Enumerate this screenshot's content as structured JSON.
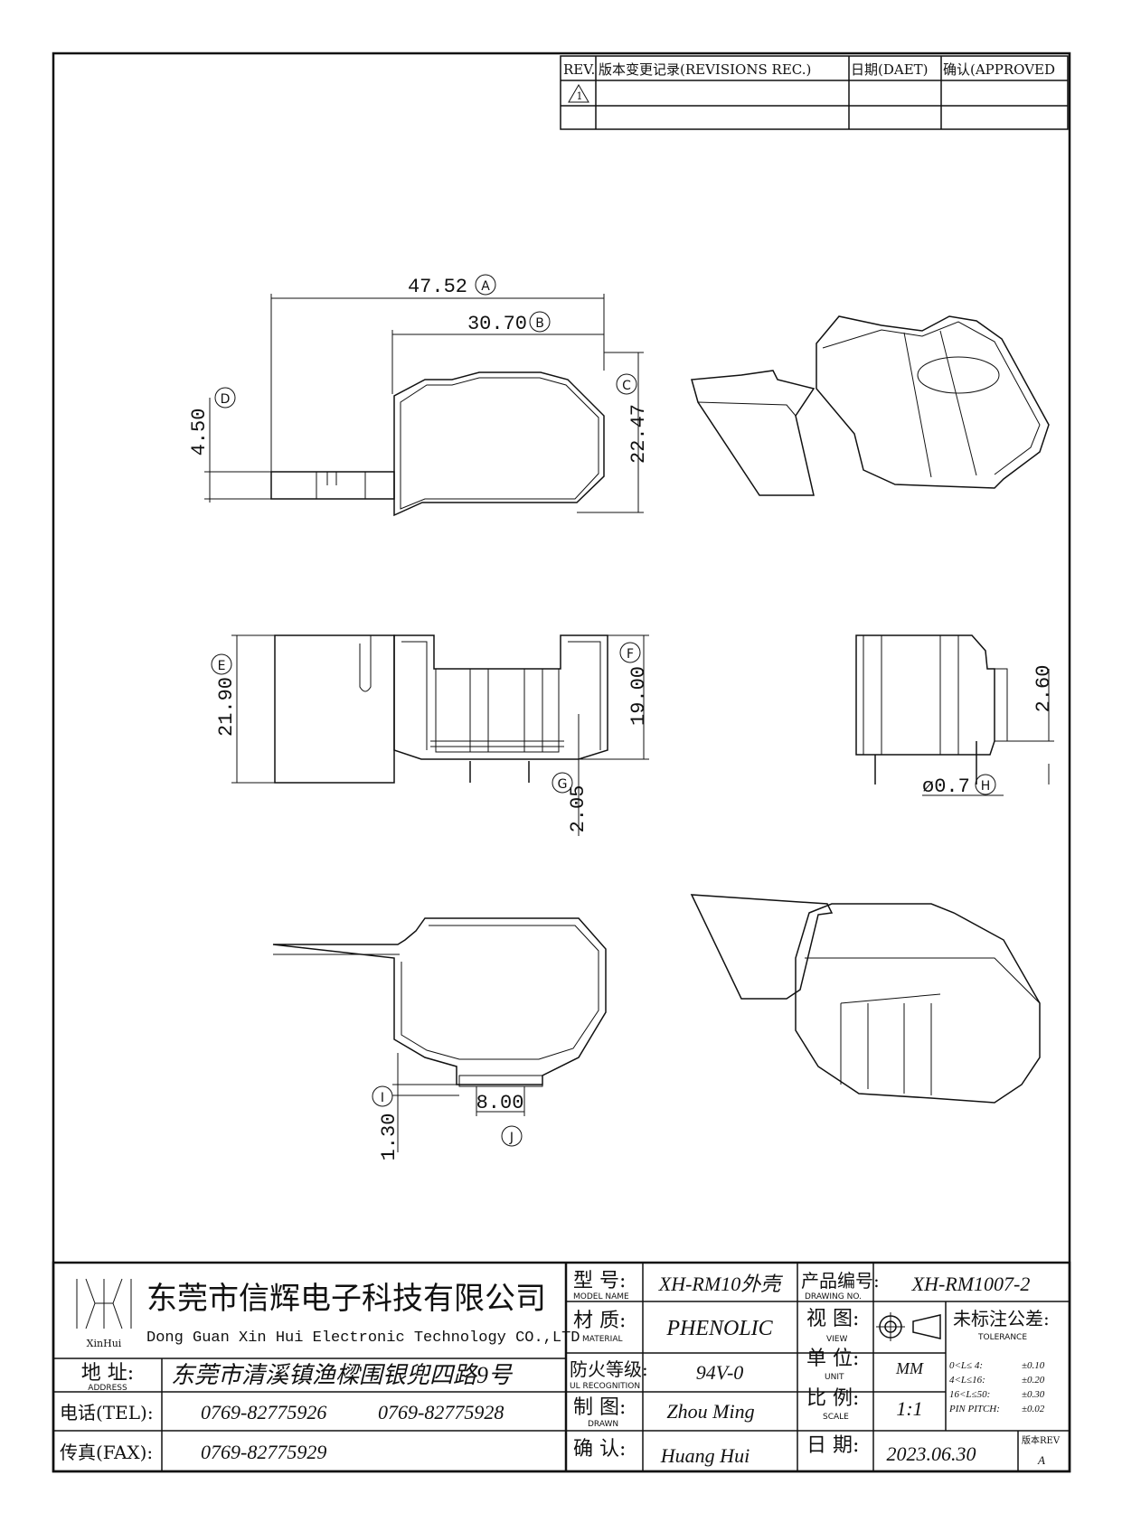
{
  "revisions": {
    "headers": [
      "REV.",
      "版本变更记录(REVISIONS REC.)",
      "日期(DAET)",
      "确认(APPROVED"
    ],
    "rows": [
      [
        "1",
        "",
        "",
        ""
      ],
      [
        "",
        "",
        "",
        ""
      ]
    ]
  },
  "dimensions": [
    {
      "id": "A",
      "value": "47.52"
    },
    {
      "id": "B",
      "value": "30.70"
    },
    {
      "id": "C",
      "value": "22.47"
    },
    {
      "id": "D",
      "value": "4.50"
    },
    {
      "id": "E",
      "value": "21.90"
    },
    {
      "id": "F",
      "value": "19.00"
    },
    {
      "id": "G",
      "value": "2.05"
    },
    {
      "id": "H",
      "value": "ø0.7",
      "extra": "2.60"
    },
    {
      "id": "I",
      "value": "1.30"
    },
    {
      "id": "J",
      "value": "8.00"
    }
  ],
  "title_block": {
    "company_cn": "东莞市信辉电子科技有限公司",
    "company_en": "Dong Guan Xin Hui Electronic Technology CO.,LTD",
    "logo_text": "XinHui",
    "address_label": "地  址:",
    "address_label_en": "ADDRESS",
    "address": "东莞市清溪镇渔樑围银兜四路9号",
    "tel_label": "电话(TEL):",
    "tel": [
      "0769-82775926",
      "0769-82775928"
    ],
    "fax_label": "传真(FAX):",
    "fax": "0769-82775929",
    "model_label": "型  号:",
    "model_label_en": "MODEL NAME",
    "model": "XH-RM10外壳",
    "material_label": "材  质:",
    "material_label_en": "MATERIAL",
    "material": "PHENOLIC",
    "ul_label": "防火等级:",
    "ul_label_en": "UL RECOGNITION",
    "ul": "94V-0",
    "drawn_label": "制  图:",
    "drawn_label_en": "DRAWN",
    "drawn": "Zhou Ming",
    "approved_label": "确  认:",
    "approved": "Huang Hui",
    "drawing_no_label": "产品编号:",
    "drawing_no_label_en": "DRAWING NO.",
    "drawing_no": "XH-RM1007-2",
    "view_label": "视  图:",
    "view_label_en": "VIEW",
    "unit_label": "单  位:",
    "unit_label_en": "UNIT",
    "unit": "MM",
    "scale_label": "比  例:",
    "scale_label_en": "SCALE",
    "scale": "1:1",
    "date_label": "日  期:",
    "date": "2023.06.30",
    "tolerance_title": "未标注公差:",
    "tolerance_title_en": "TOLERANCE",
    "tolerances": [
      {
        "range": "0<L≤ 4:",
        "value": "±0.10"
      },
      {
        "range": "4<L≤16:",
        "value": "±0.20"
      },
      {
        "range": "16<L≤50:",
        "value": "±0.30"
      },
      {
        "range": "PIN PITCH:",
        "value": "±0.02"
      }
    ],
    "version_label": "版本REV",
    "version": "A"
  }
}
